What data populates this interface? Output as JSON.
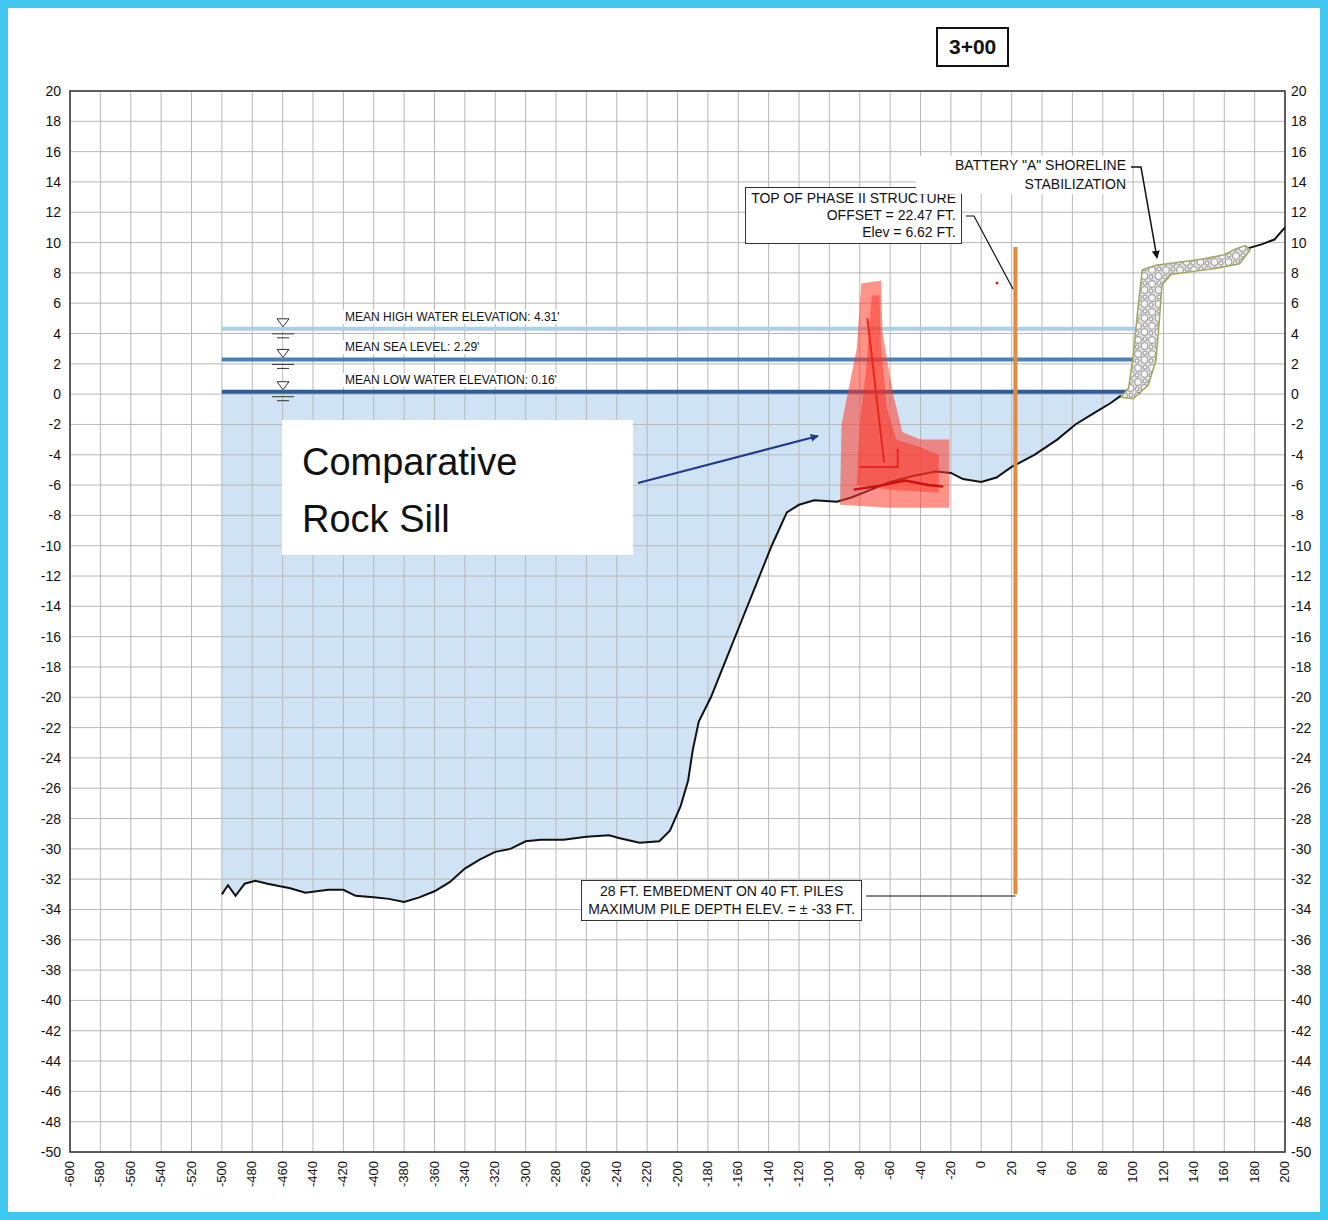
{
  "diagram": {
    "nodes": [
      {
        "text": [
          "3+00"
        ]
      },
      {
        "text": [
          "TOP OF PHASE II STRUCTURE",
          "OFFSET = 22.47 FT.",
          "Elev = 6.62 FT."
        ]
      },
      {
        "text": [
          "Comparative Rock Sill"
        ]
      },
      {
        "text": [
          "28 FT. EMBEDMENT ON 40 FT. PILES",
          "MAXIMUM PILE DEPTH ELEV. = ± -33 FT."
        ]
      }
    ],
    "labels": [
      "BATTERY \"A\" SHORELINE STABILIZATION",
      "MEAN HIGH WATER ELEVATION: 4.31'",
      "MEAN SEA LEVEL: 2.29'",
      "MEAN LOW WATER ELEVATION: 0.16'",
      "20",
      "18",
      "16",
      "14",
      "12",
      "10",
      "8",
      "6",
      "4",
      "2",
      "0",
      "-2",
      "-4",
      "-6",
      "-8",
      "-10",
      "-12",
      "-14",
      "-16",
      "-18",
      "-20",
      "-22",
      "-24",
      "-26",
      "-28",
      "-30",
      "-32",
      "-34",
      "-36",
      "-38",
      "-40",
      "-42",
      "-44",
      "-46",
      "-48",
      "-50",
      "20",
      "18",
      "16",
      "14",
      "12",
      "10",
      "8",
      "6",
      "4",
      "2",
      "0",
      "-2",
      "-4",
      "-6",
      "-8",
      "-10",
      "-12",
      "-14",
      "-16",
      "-18",
      "-20",
      "-22",
      "-24",
      "-26",
      "-28",
      "-30",
      "-32",
      "-34",
      "-36",
      "-38",
      "-40",
      "-42",
      "-44",
      "-46",
      "-48",
      "-50",
      "-600",
      "-580",
      "-560",
      "-540",
      "-520",
      "-500",
      "-480",
      "-460",
      "-440",
      "-420",
      "-400",
      "-380",
      "-360",
      "-340",
      "-320",
      "-300",
      "-280",
      "-260",
      "-240",
      "-220",
      "-200",
      "-180",
      "-160",
      "-140",
      "-120",
      "-100",
      "-80",
      "-60",
      "-40",
      "-20",
      "0",
      "20",
      "40",
      "60",
      "80",
      "100",
      "120",
      "140",
      "160",
      "180",
      "200"
    ]
  }
}
